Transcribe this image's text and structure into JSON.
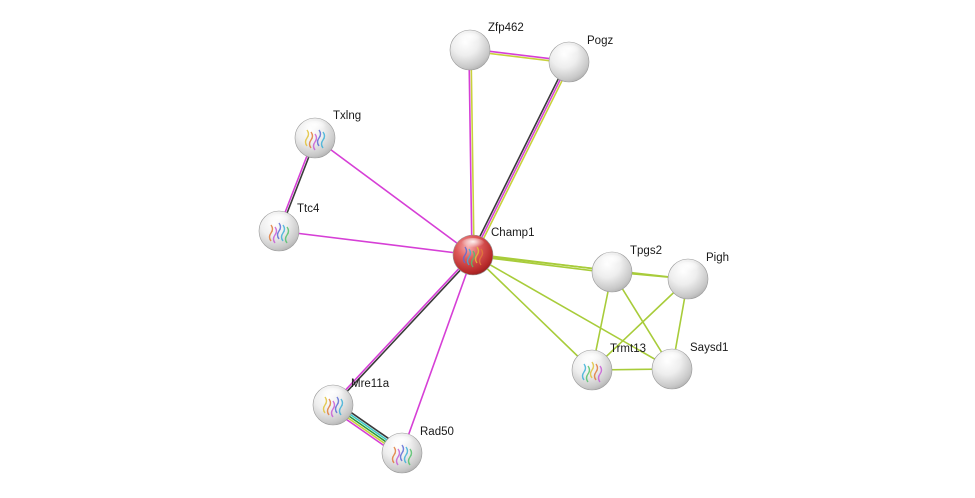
{
  "network": {
    "nodes": [
      {
        "id": "champ1",
        "label": "Champ1",
        "style": "center"
      },
      {
        "id": "zfp462",
        "label": "Zfp462",
        "style": "plain"
      },
      {
        "id": "pogz",
        "label": "Pogz",
        "style": "plain"
      },
      {
        "id": "txlng",
        "label": "Txlng",
        "style": "structure"
      },
      {
        "id": "ttc4",
        "label": "Ttc4",
        "style": "structure"
      },
      {
        "id": "tpgs2",
        "label": "Tpgs2",
        "style": "plain"
      },
      {
        "id": "pigh",
        "label": "Pigh",
        "style": "plain"
      },
      {
        "id": "trmt13",
        "label": "Trmt13",
        "style": "structure"
      },
      {
        "id": "saysd1",
        "label": "Saysd1",
        "style": "plain"
      },
      {
        "id": "mre11a",
        "label": "Mre11a",
        "style": "structure"
      },
      {
        "id": "rad50",
        "label": "Rad50",
        "style": "structure"
      }
    ],
    "edges": [
      {
        "from": "champ1",
        "to": "zfp462",
        "colors": [
          "#d63fd6",
          "#c8d23c"
        ]
      },
      {
        "from": "champ1",
        "to": "pogz",
        "colors": [
          "#3a3a3a",
          "#d63fd6",
          "#c8d23c"
        ]
      },
      {
        "from": "zfp462",
        "to": "pogz",
        "colors": [
          "#d63fd6",
          "#c8d23c"
        ]
      },
      {
        "from": "champ1",
        "to": "txlng",
        "colors": [
          "#d63fd6"
        ]
      },
      {
        "from": "champ1",
        "to": "ttc4",
        "colors": [
          "#d63fd6"
        ]
      },
      {
        "from": "txlng",
        "to": "ttc4",
        "colors": [
          "#3a3a3a",
          "#d63fd6"
        ]
      },
      {
        "from": "champ1",
        "to": "tpgs2",
        "colors": [
          "#a8cc3a",
          "#a8cc3a"
        ]
      },
      {
        "from": "champ1",
        "to": "pigh",
        "colors": [
          "#a8cc3a"
        ]
      },
      {
        "from": "champ1",
        "to": "trmt13",
        "colors": [
          "#a8cc3a"
        ]
      },
      {
        "from": "champ1",
        "to": "saysd1",
        "colors": [
          "#a8cc3a"
        ]
      },
      {
        "from": "tpgs2",
        "to": "pigh",
        "colors": [
          "#a8cc3a"
        ]
      },
      {
        "from": "tpgs2",
        "to": "trmt13",
        "colors": [
          "#a8cc3a"
        ]
      },
      {
        "from": "tpgs2",
        "to": "saysd1",
        "colors": [
          "#a8cc3a"
        ]
      },
      {
        "from": "pigh",
        "to": "trmt13",
        "colors": [
          "#a8cc3a"
        ]
      },
      {
        "from": "pigh",
        "to": "saysd1",
        "colors": [
          "#a8cc3a"
        ]
      },
      {
        "from": "trmt13",
        "to": "saysd1",
        "colors": [
          "#a8cc3a"
        ]
      },
      {
        "from": "champ1",
        "to": "mre11a",
        "colors": [
          "#3a3a3a",
          "#d63fd6"
        ]
      },
      {
        "from": "champ1",
        "to": "rad50",
        "colors": [
          "#d63fd6"
        ]
      },
      {
        "from": "mre11a",
        "to": "rad50",
        "colors": [
          "#3a3a3a",
          "#3cc8c8",
          "#2a9a3a",
          "#c8d23c",
          "#d63fd6"
        ]
      }
    ]
  },
  "colors": {
    "center_node": "#d9383a",
    "plain_node": "#dcdcdc",
    "label_text": "#1a1a1a"
  }
}
